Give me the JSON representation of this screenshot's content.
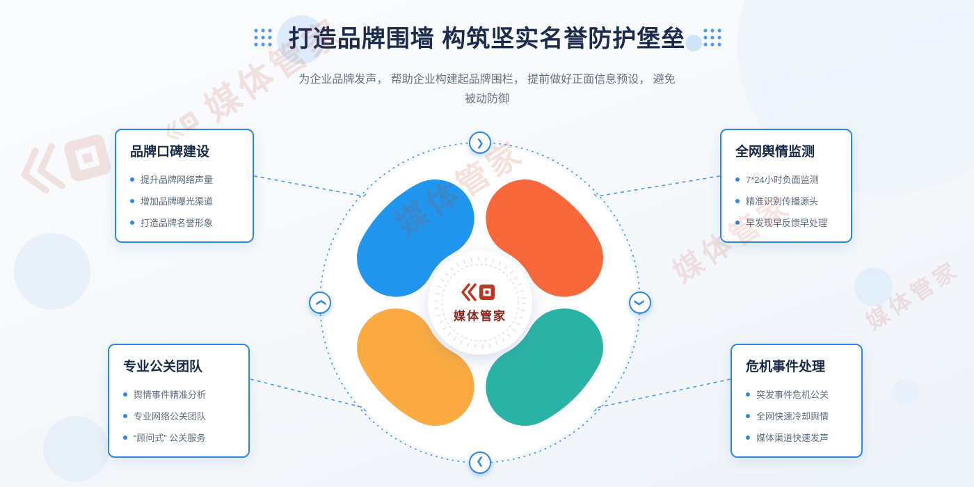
{
  "colors": {
    "accent": "#2e86e8",
    "quad_blue": "#2196ee",
    "quad_orange": "#f9683a",
    "quad_yellow": "#fbab41",
    "quad_teal": "#2ab3a4",
    "title": "#1c2b4d",
    "body_text": "#5d6b7c",
    "logo_red": "#bf3524"
  },
  "header": {
    "title": "打造品牌围墙 构筑坚实名誉防护堡垒",
    "subtitle": "为企业品牌发声， 帮助企业构建起品牌围栏， 提前做好正面信息预设， 避免被动防御"
  },
  "cards": [
    {
      "title": "品牌口碑建设",
      "items": [
        "提升品牌网络声量",
        "增加品牌曝光渠道",
        "打造品牌名誉形象"
      ]
    },
    {
      "title": "全网舆情监测",
      "items": [
        "7*24小时负面监测",
        "精准识别传播源头",
        "早发现早反馈早处理"
      ]
    },
    {
      "title": "专业公关团队",
      "items": [
        "舆情事件精准分析",
        "专业网络公关团队",
        "“顾问式” 公关服务"
      ]
    },
    {
      "title": "危机事件处理",
      "items": [
        "突发事件危机公关",
        "全网快速冷却舆情",
        "媒体渠道快速发声"
      ]
    }
  ],
  "center_logo": {
    "brand": "媒体管家"
  },
  "watermark": {
    "text": "媒体管家"
  },
  "icons": {
    "chevron": "❯"
  }
}
